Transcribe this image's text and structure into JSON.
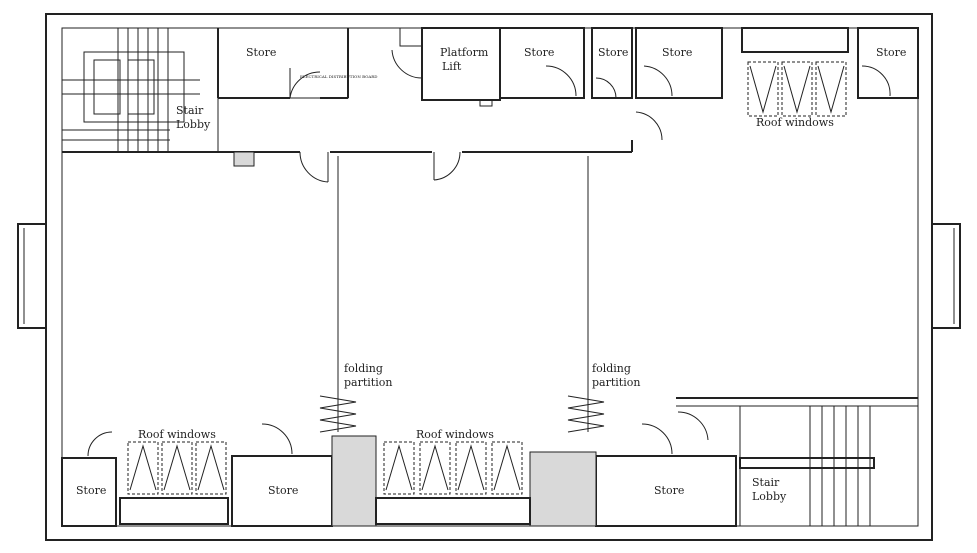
{
  "labels": {
    "store_top_left": "Store",
    "electrical_board": "ELECTRICAL DISTRIBUTION BOARD",
    "platform_lift_1": "Platform",
    "platform_lift_2": "Lift",
    "store_top_2": "Store",
    "store_top_3": "Store",
    "store_top_4": "Store",
    "store_top_right": "Store",
    "stair_lobby_top_1": "Stair",
    "stair_lobby_top_2": "Lobby",
    "roof_windows_top": "Roof windows",
    "folding_partition_left_1": "folding",
    "folding_partition_left_2": "partition",
    "folding_partition_right_1": "folding",
    "folding_partition_right_2": "partition",
    "roof_windows_bottom_left": "Roof windows",
    "roof_windows_bottom_mid": "Roof windows",
    "store_bottom_left": "Store",
    "store_bottom_2": "Store",
    "store_bottom_3": "Store",
    "stair_lobby_bottom_1": "Stair",
    "stair_lobby_bottom_2": "Lobby"
  }
}
